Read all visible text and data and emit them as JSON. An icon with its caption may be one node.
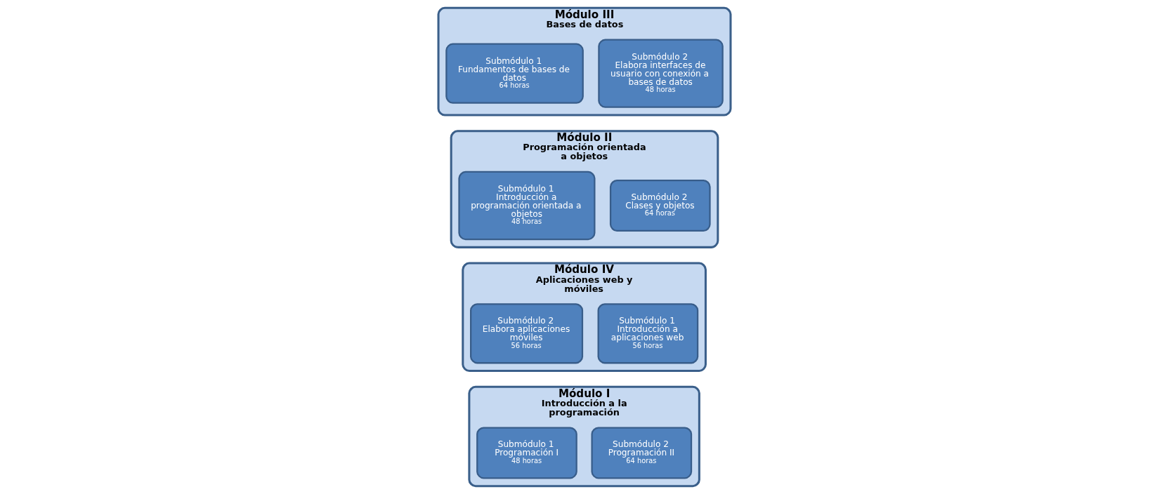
{
  "diagram": {
    "nodes": [
      {
        "text": [
          "Módulo I",
          "Introducción a la programación"
        ]
      },
      {
        "text": [
          "Submódulo 1",
          "Programación I",
          "48 horas"
        ],
        "in": 0
      },
      {
        "text": [
          "Submódulo 2",
          "Programación II",
          "64 horas"
        ],
        "in": 0
      },
      {
        "text": [
          "Módulo II",
          "Programación orientada a objetos"
        ]
      },
      {
        "text": [
          "Submódulo 1",
          "Introducción a programación orientada a objetos",
          "48 horas"
        ],
        "in": 3
      },
      {
        "text": [
          "Submódulo 2",
          "Clases y objetos",
          "64 horas"
        ],
        "in": 3
      },
      {
        "text": [
          "Módulo III",
          "Bases de datos"
        ]
      },
      {
        "text": [
          "Submódulo 1",
          "Fundamentos de bases de datos",
          "64 horas"
        ],
        "in": 6
      },
      {
        "text": [
          "Submódulo 2",
          "Elabora interfaces de usuario con conexión a bases de datos",
          "48 horas"
        ],
        "in": 6
      },
      {
        "text": [
          "Módulo IV",
          "Aplicaciones web y móviles"
        ]
      },
      {
        "text": [
          "Submódulo 1",
          "Introducción a aplicaciones web",
          "56 horas"
        ],
        "in": 9
      },
      {
        "text": [
          "Submódulo 2",
          "Elabora aplicaciones móviles",
          "56 horas"
        ],
        "in": 9
      }
    ],
    "edges": []
  }
}
